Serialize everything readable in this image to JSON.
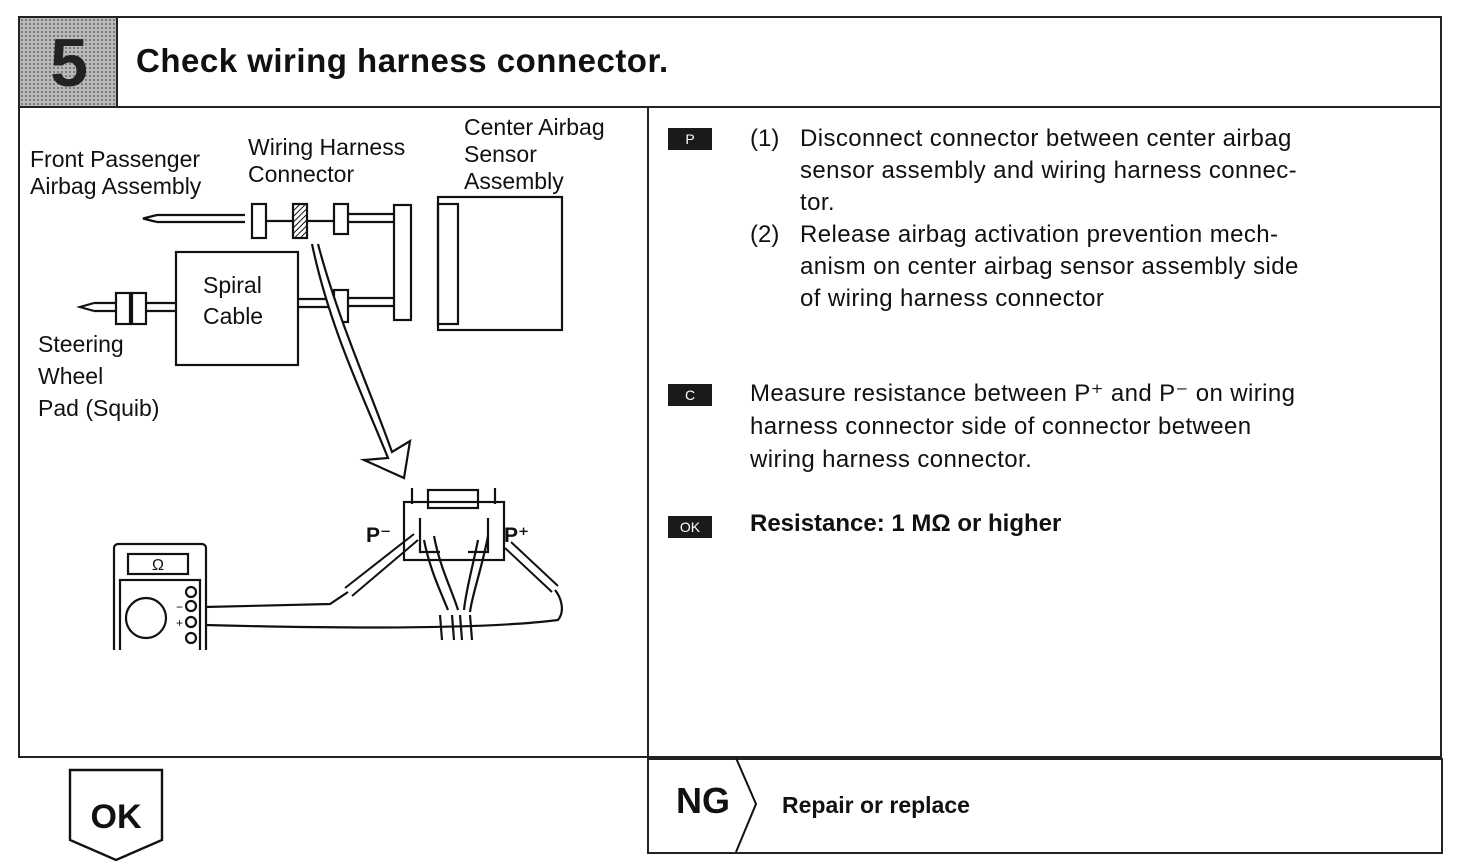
{
  "header": {
    "step_number": "5",
    "title": "Check wiring harness connector."
  },
  "diagram": {
    "labels": {
      "front_passenger_airbag": [
        "Front Passenger",
        "Airbag Assembly"
      ],
      "wiring_harness_connector": [
        "Wiring Harness",
        "Connector"
      ],
      "center_airbag_sensor": [
        "Center Airbag",
        "Sensor",
        "Assembly"
      ],
      "spiral_cable": [
        "Spiral",
        "Cable"
      ],
      "steering_wheel_pad": [
        "Steering",
        "Wheel",
        "Pad (Squib)"
      ],
      "p_minus": "P⁻",
      "p_plus": "P⁺",
      "meter_symbol": "Ω",
      "meter_minus": "−",
      "meter_plus": "+"
    }
  },
  "instructions": {
    "prepare_tag": "P",
    "prepare_steps": [
      {
        "num": "(1)",
        "lines": [
          "Disconnect connector between center airbag",
          "sensor assembly and wiring harness connec-",
          "tor."
        ]
      },
      {
        "num": "(2)",
        "lines": [
          "Release airbag activation prevention mech-",
          "anism on center airbag sensor assembly side",
          "of wiring harness connector"
        ]
      }
    ],
    "check_tag": "C",
    "check_lines": [
      "Measure resistance between P⁺ and P⁻ on wiring",
      "harness connector side of connector between",
      "wiring harness connector."
    ],
    "ok_tag": "OK",
    "result": "Resistance:   1 MΩ or higher"
  },
  "footer": {
    "ok_label": "OK",
    "ng_label": "NG",
    "ng_action": "Repair or replace"
  }
}
